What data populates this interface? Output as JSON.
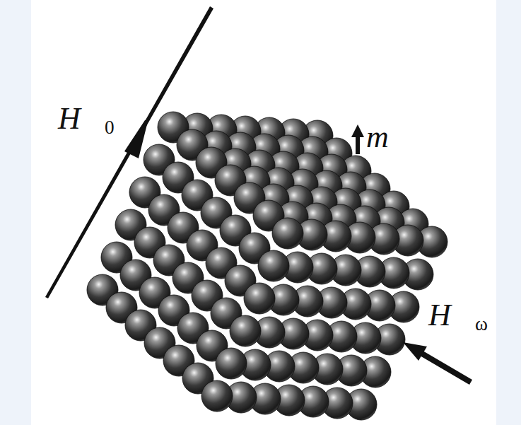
{
  "diagram": {
    "labels": [
      "H⃗0",
      "m⃗",
      "H⃗ω"
    ]
  }
}
